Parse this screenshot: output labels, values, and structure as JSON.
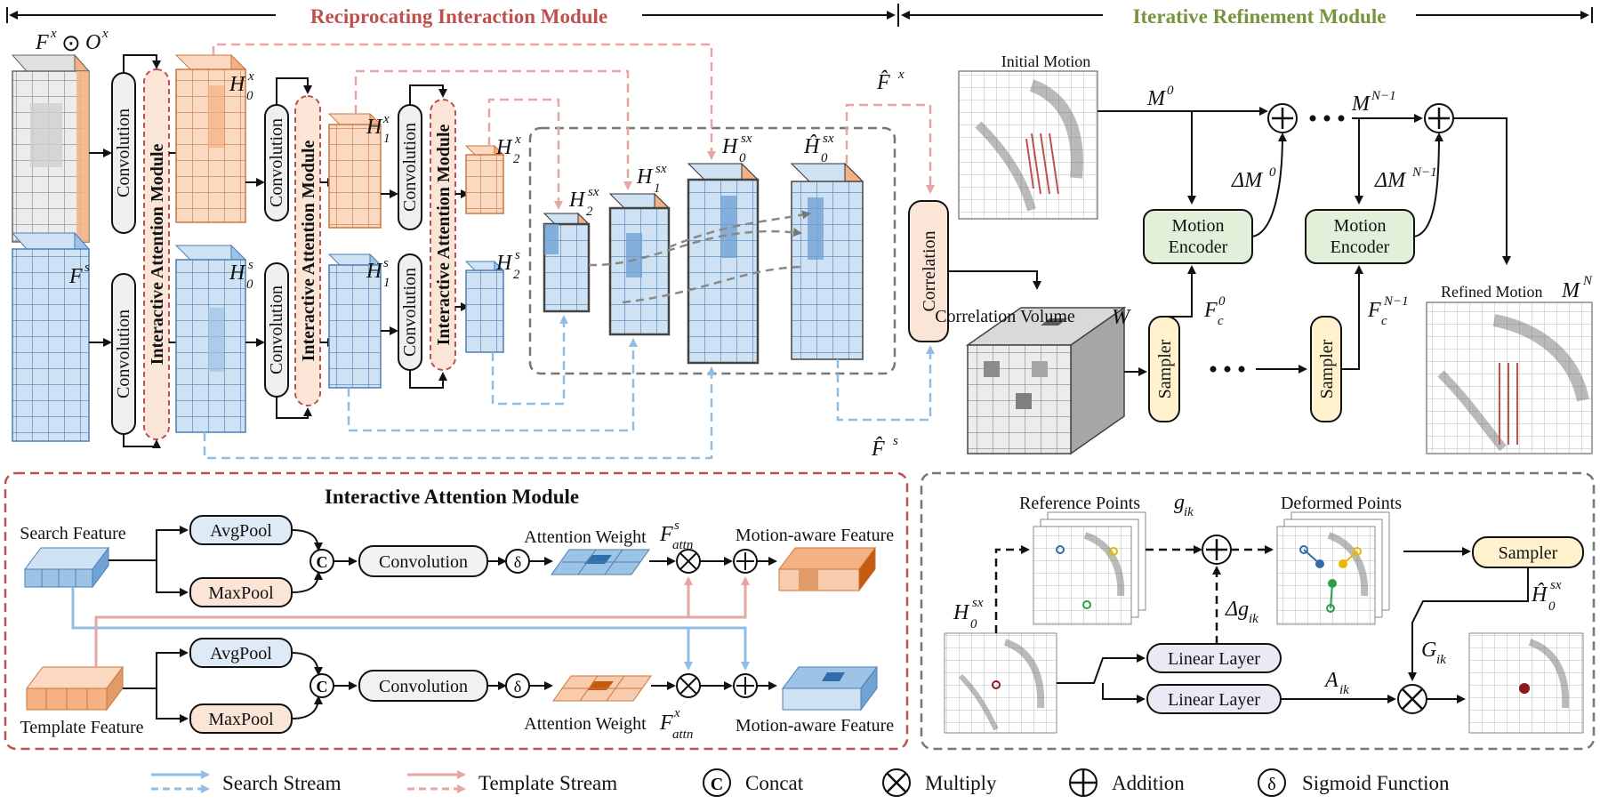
{
  "header": {
    "left_section": "Reciprocating Interaction Module",
    "right_section": "Iterative Refinement Module"
  },
  "rim": {
    "input_template": "F",
    "input_template_sup": "x",
    "input_template_op": "⊙",
    "input_template_mask": "O",
    "input_template_mask_sup": "x",
    "input_search": "F",
    "input_search_sup": "s",
    "conv": "Convolution",
    "iam": "Interactive Attention Module",
    "h": "H",
    "sub0": "0",
    "sub1": "1",
    "sub2": "2",
    "sup_x": "x",
    "sup_s": "s",
    "sup_sx": "sx",
    "fhat": "F̂",
    "hhat": "Ĥ",
    "correlation": "Correlation"
  },
  "irm": {
    "initial_motion": "Initial Motion",
    "m": "M",
    "m_sup0": "0",
    "m_supN1": "N−1",
    "dm": "ΔM",
    "motion_encoder_1": "Motion",
    "motion_encoder_2": "Encoder",
    "sampler": "Sampler",
    "fc": "F",
    "fc_sub": "c",
    "corr_volume": "Correlation Volume",
    "corr_volume_sym": "W",
    "refined_motion": "Refined Motion",
    "refined_sym": "M",
    "refined_sup": "N"
  },
  "iam_detail": {
    "title": "Interactive Attention Module",
    "search_feature": "Search Feature",
    "template_feature": "Template Feature",
    "avgpool": "AvgPool",
    "maxpool": "MaxPool",
    "concat_sym": "C",
    "convolution": "Convolution",
    "sigmoid_sym": "δ",
    "attention_weight": "Attention Weight",
    "f_attn": "F",
    "attn_sub": "attn",
    "attn_sup_s": "s",
    "attn_sup_x": "x",
    "motion_aware": "Motion-aware Feature"
  },
  "sampler_detail": {
    "reference_points": "Reference Points",
    "g": "g",
    "g_sub": "ik",
    "deformed_points": "Deformed Points",
    "sampler": "Sampler",
    "linear_layer": "Linear Layer",
    "delta_g": "Δg",
    "a": "A",
    "a_sub": "ik",
    "big_g": "G",
    "big_g_sub": "ik",
    "h0": "H",
    "h0_sub": "0",
    "h0_sup": "sx",
    "hhat": "Ĥ"
  },
  "legend": {
    "search_stream": "Search Stream",
    "template_stream": "Template Stream",
    "concat": "Concat",
    "multiply": "Multiply",
    "addition": "Addition",
    "sigmoid": "Sigmoid Function",
    "concat_sym": "C",
    "sigmoid_sym": "δ"
  },
  "colors": {
    "red_title": "#c0504d",
    "green_title": "#77933c",
    "template_orange": "#f4b183",
    "search_blue": "#9dc3e6",
    "template_stream": "#e6a6a1",
    "search_stream": "#8fbde3",
    "encoder_green": "#e2efd9",
    "sampler_yellow": "#fff2cc",
    "correlation_peach": "#fbe5d6"
  }
}
